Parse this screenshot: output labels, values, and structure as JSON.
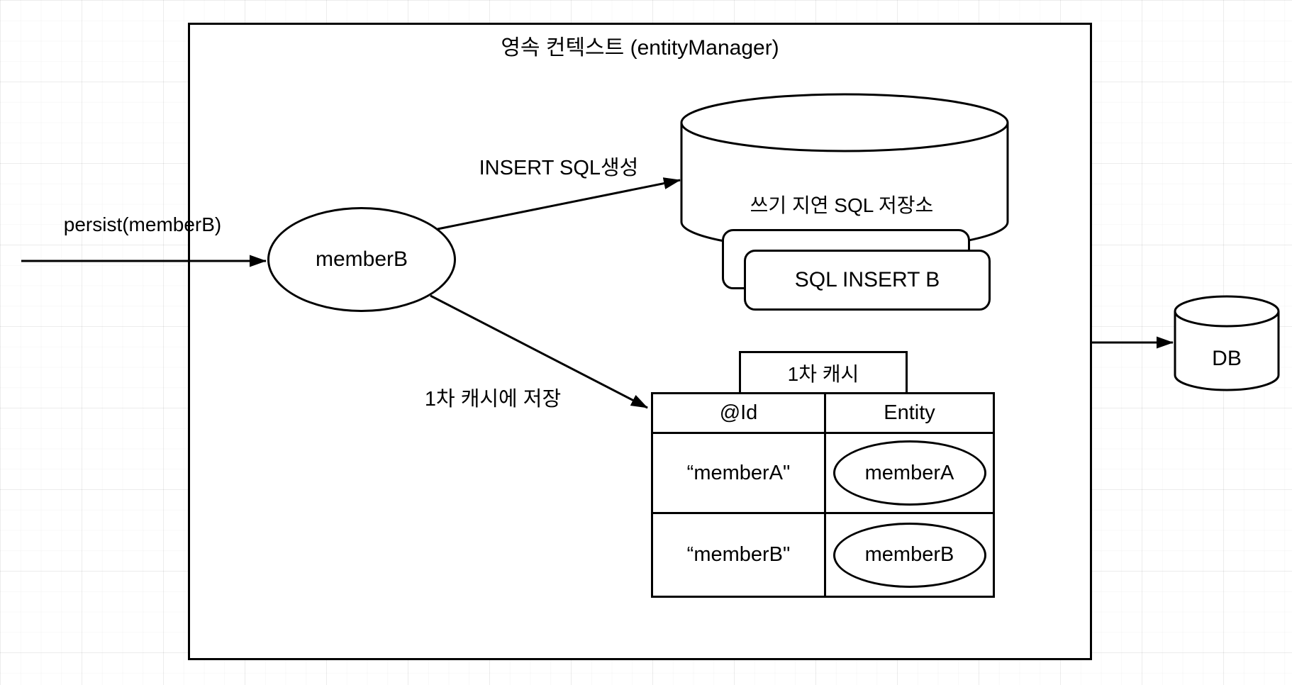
{
  "diagram": {
    "title": "영속 컨텍스트 (entityManager)",
    "member": "memberB",
    "arrows": {
      "persist": "persist(memberB)",
      "insert_sql": "INSERT SQL생성",
      "save_cache": "1차 캐시에 저장"
    },
    "sql_store": {
      "title": "쓰기 지연 SQL 저장소",
      "card": "SQL INSERT B"
    },
    "cache": {
      "title": "1차 캐시",
      "columns": [
        "@Id",
        "Entity"
      ],
      "rows": [
        {
          "id": "“memberA\"",
          "entity": "memberA"
        },
        {
          "id": "“memberB\"",
          "entity": "memberB"
        }
      ]
    },
    "db": "DB",
    "colors": {
      "stroke": "#000000",
      "shape_fill": "#ffffff",
      "background": "#ffffff"
    }
  }
}
